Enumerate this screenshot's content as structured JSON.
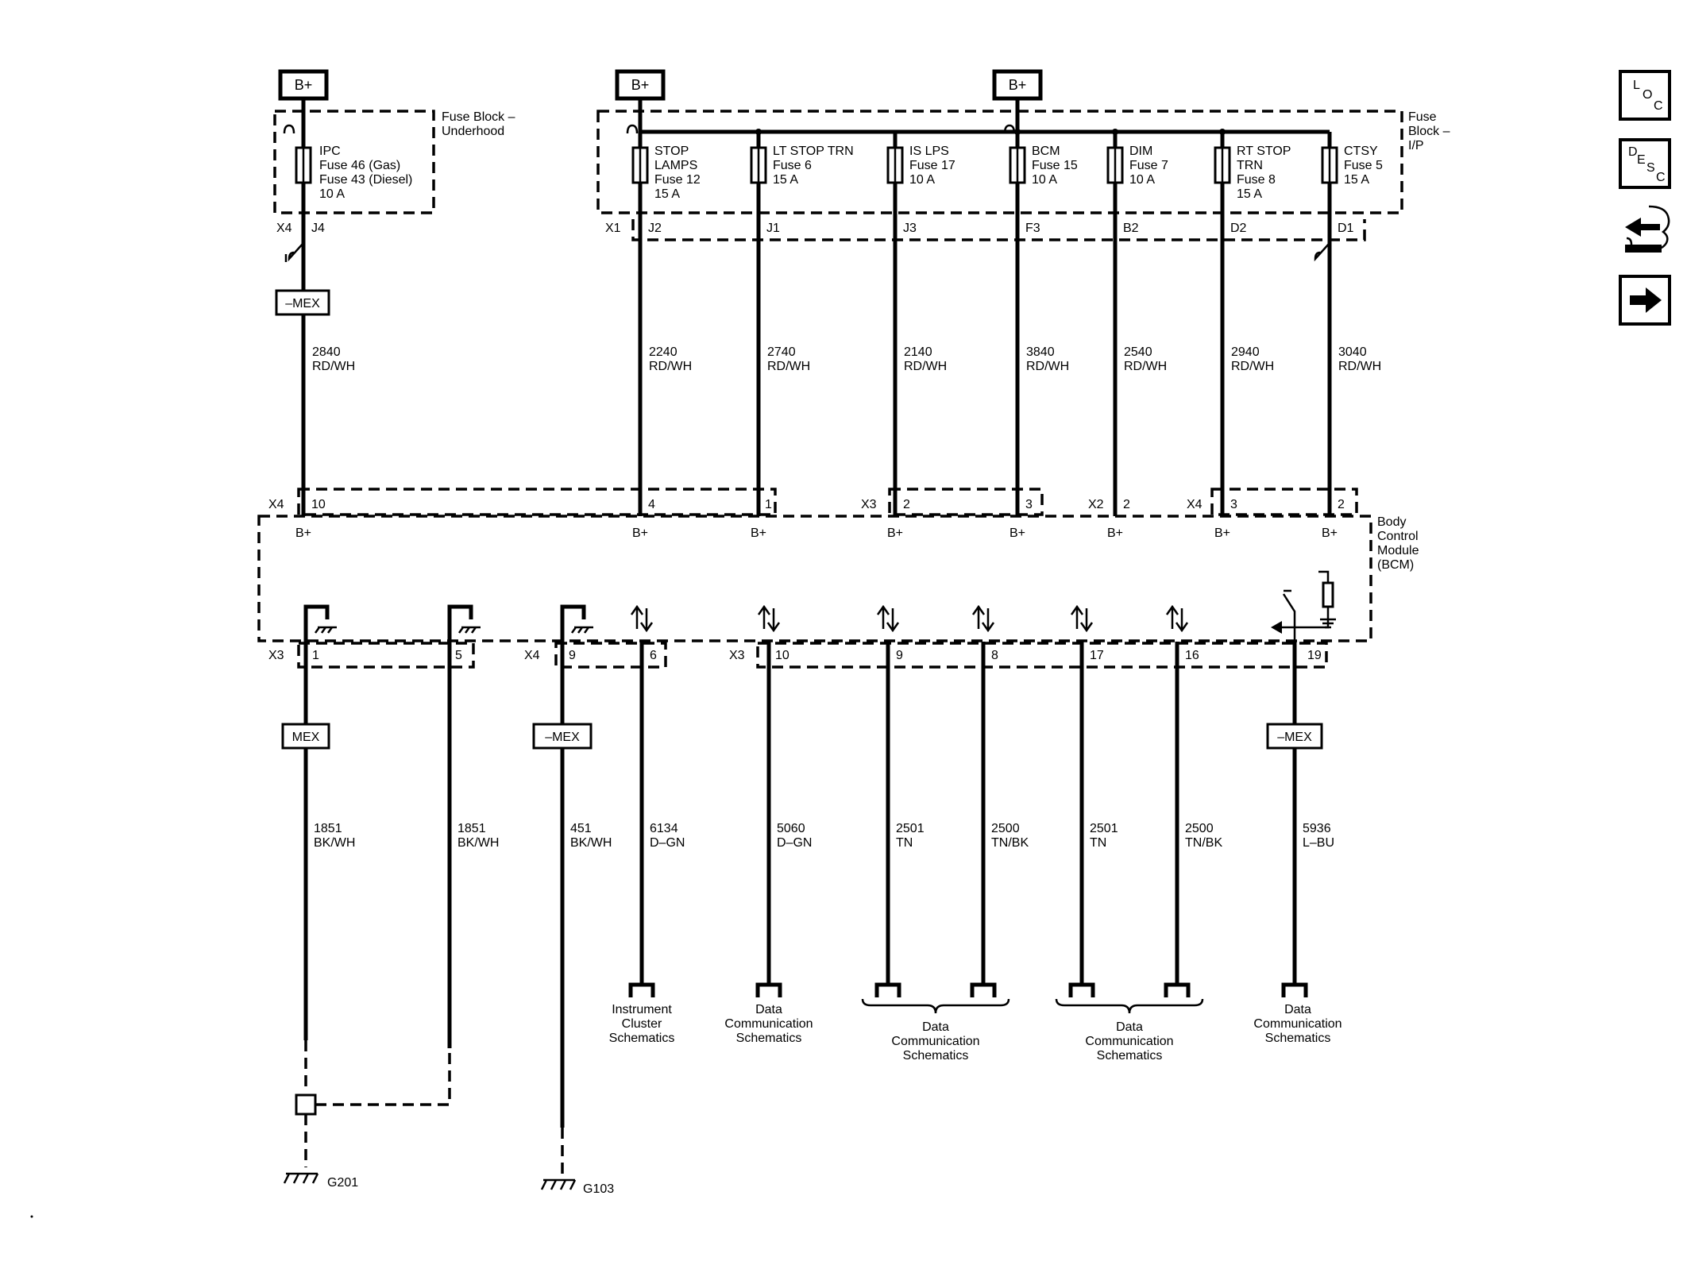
{
  "supply": {
    "bplus": "B+"
  },
  "fuse_block_underhood": {
    "title_line1": "Fuse Block –",
    "title_line2": "Underhood"
  },
  "fuse_block_ip": {
    "title_line1": "Fuse",
    "title_line2": "Block –",
    "title_line3": "I/P"
  },
  "ipc_fuse": {
    "line1": "IPC",
    "line2": "Fuse 46 (Gas)",
    "line3": "Fuse 43 (Diesel)",
    "line4": "10 A"
  },
  "fuses": [
    {
      "line1": "STOP",
      "line2": "LAMPS",
      "line3": "Fuse 12",
      "line4": "15 A"
    },
    {
      "line1": "LT STOP TRN",
      "line2": "Fuse 6",
      "line3": "15 A",
      "line4": ""
    },
    {
      "line1": "IS LPS",
      "line2": "Fuse 17",
      "line3": "10 A",
      "line4": ""
    },
    {
      "line1": "BCM",
      "line2": "Fuse 15",
      "line3": "10 A",
      "line4": ""
    },
    {
      "line1": "DIM",
      "line2": "Fuse 7",
      "line3": "10 A",
      "line4": ""
    },
    {
      "line1": "RT STOP",
      "line2": "TRN",
      "line3": "Fuse 8",
      "line4": "15 A"
    },
    {
      "line1": "CTSY",
      "line2": "Fuse 5",
      "line3": "15 A",
      "line4": ""
    }
  ],
  "fuse_block_connectors": {
    "underhood": "X4",
    "ip": "X1"
  },
  "fuse_pins": [
    "J4",
    "J2",
    "J1",
    "J3",
    "F3",
    "B2",
    "D2",
    "D1"
  ],
  "inline_mex": {
    "neg": "–MEX",
    "pos": "MEX"
  },
  "upper_wires": [
    {
      "circuit": "2840",
      "color": "RD/WH"
    },
    {
      "circuit": "2240",
      "color": "RD/WH"
    },
    {
      "circuit": "2740",
      "color": "RD/WH"
    },
    {
      "circuit": "2140",
      "color": "RD/WH"
    },
    {
      "circuit": "3840",
      "color": "RD/WH"
    },
    {
      "circuit": "2540",
      "color": "RD/WH"
    },
    {
      "circuit": "2940",
      "color": "RD/WH"
    },
    {
      "circuit": "3040",
      "color": "RD/WH"
    }
  ],
  "bcm_top_connectors": [
    "X4",
    "X3",
    "X2",
    "X4"
  ],
  "bcm_top_pins": [
    "10",
    "4",
    "1",
    "2",
    "3",
    "2",
    "3",
    "2"
  ],
  "bcm": {
    "line1": "Body",
    "line2": "Control",
    "line3": "Module",
    "line4": "(BCM)"
  },
  "bcm_bottom_connectors": [
    "X3",
    "X4",
    "X3"
  ],
  "bcm_bottom_pins": [
    "1",
    "5",
    "9",
    "6",
    "10",
    "9",
    "8",
    "17",
    "16",
    "19"
  ],
  "lower_wires": [
    {
      "circuit": "1851",
      "color": "BK/WH"
    },
    {
      "circuit": "1851",
      "color": "BK/WH"
    },
    {
      "circuit": "451",
      "color": "BK/WH"
    },
    {
      "circuit": "6134",
      "color": "D–GN"
    },
    {
      "circuit": "5060",
      "color": "D–GN"
    },
    {
      "circuit": "2501",
      "color": "TN"
    },
    {
      "circuit": "2500",
      "color": "TN/BK"
    },
    {
      "circuit": "2501",
      "color": "TN"
    },
    {
      "circuit": "2500",
      "color": "TN/BK"
    },
    {
      "circuit": "5936",
      "color": "L–BU"
    }
  ],
  "destinations": [
    {
      "line1": "Instrument",
      "line2": "Cluster",
      "line3": "Schematics"
    },
    {
      "line1": "Data",
      "line2": "Communication",
      "line3": "Schematics"
    },
    {
      "line1": "Data",
      "line2": "Communication",
      "line3": "Schematics"
    },
    {
      "line1": "Data",
      "line2": "Communication",
      "line3": "Schematics"
    },
    {
      "line1": "Data",
      "line2": "Communication",
      "line3": "Schematics"
    }
  ],
  "grounds": [
    "G201",
    "G103"
  ],
  "nav": {
    "loc_l": "L",
    "loc_o": "O",
    "loc_c": "C",
    "desc_d": "D",
    "desc_e": "E",
    "desc_s": "S",
    "desc_c": "C"
  },
  "icons": [
    "location-icon",
    "description-icon",
    "connector-icon",
    "next-page-icon"
  ]
}
